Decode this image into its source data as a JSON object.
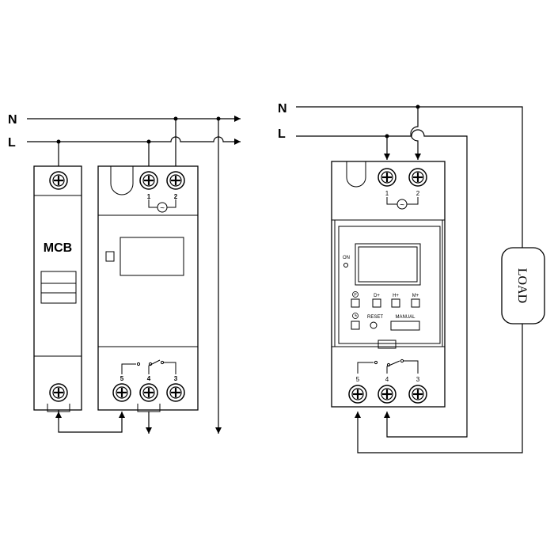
{
  "left": {
    "neutral_label": "N",
    "live_label": "L",
    "breaker_label": "MCB",
    "top_terminal_1": "1",
    "top_terminal_2": "2",
    "bottom_terminal_5": "5",
    "bottom_terminal_4": "4",
    "bottom_terminal_3": "3"
  },
  "right": {
    "neutral_label": "N",
    "live_label": "L",
    "top_terminal_1": "1",
    "top_terminal_2": "2",
    "bottom_terminal_5": "5",
    "bottom_terminal_4": "4",
    "bottom_terminal_3": "3",
    "on_label": "ON",
    "button_labels": [
      "P",
      "D+",
      "H+",
      "M+"
    ],
    "reset_label": "RESET",
    "manual_label": "MANUAL",
    "load_label": "LOAD"
  },
  "icons": {
    "ac_symbol": "~",
    "clock": "clock-icon"
  }
}
